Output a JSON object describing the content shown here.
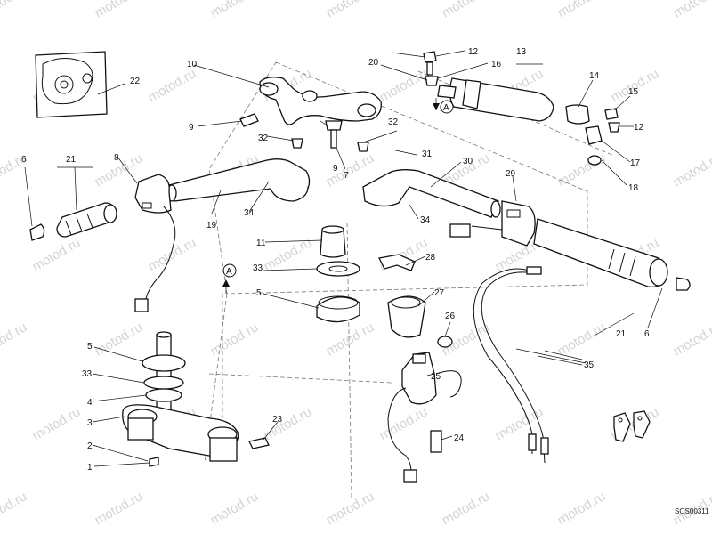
{
  "watermark": "motod.ru",
  "drawing_code": "SOS00311",
  "callouts": [
    "1",
    "2",
    "3",
    "4",
    "5",
    "5",
    "6",
    "6",
    "7",
    "8",
    "9",
    "9",
    "10",
    "11",
    "12",
    "12",
    "13",
    "14",
    "15",
    "16",
    "17",
    "18",
    "19",
    "20",
    "21",
    "21",
    "22",
    "23",
    "24",
    "25",
    "26",
    "27",
    "28",
    "29",
    "30",
    "31",
    "32",
    "32",
    "33",
    "33",
    "34",
    "34",
    "35"
  ],
  "arrow_marks": [
    "A",
    "A"
  ]
}
